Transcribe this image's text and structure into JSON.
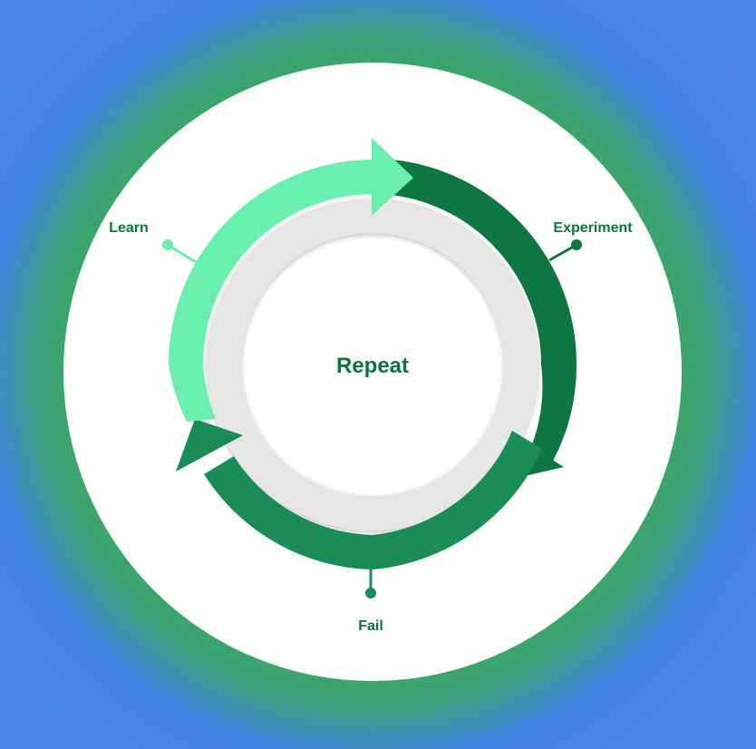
{
  "diagram": {
    "center_label": "Repeat",
    "stages": [
      {
        "id": "learn",
        "label": "Learn",
        "color": "#69efae"
      },
      {
        "id": "experiment",
        "label": "Experiment",
        "color": "#0e7640"
      },
      {
        "id": "fail",
        "label": "Fail",
        "color": "#1a8c55"
      }
    ],
    "colors": {
      "background_outer": "#4a86ea",
      "background_ring": "#3aa864",
      "disc": "#ffffff",
      "inner_ring": "#e6e6e6",
      "text": "#0d7440"
    }
  }
}
